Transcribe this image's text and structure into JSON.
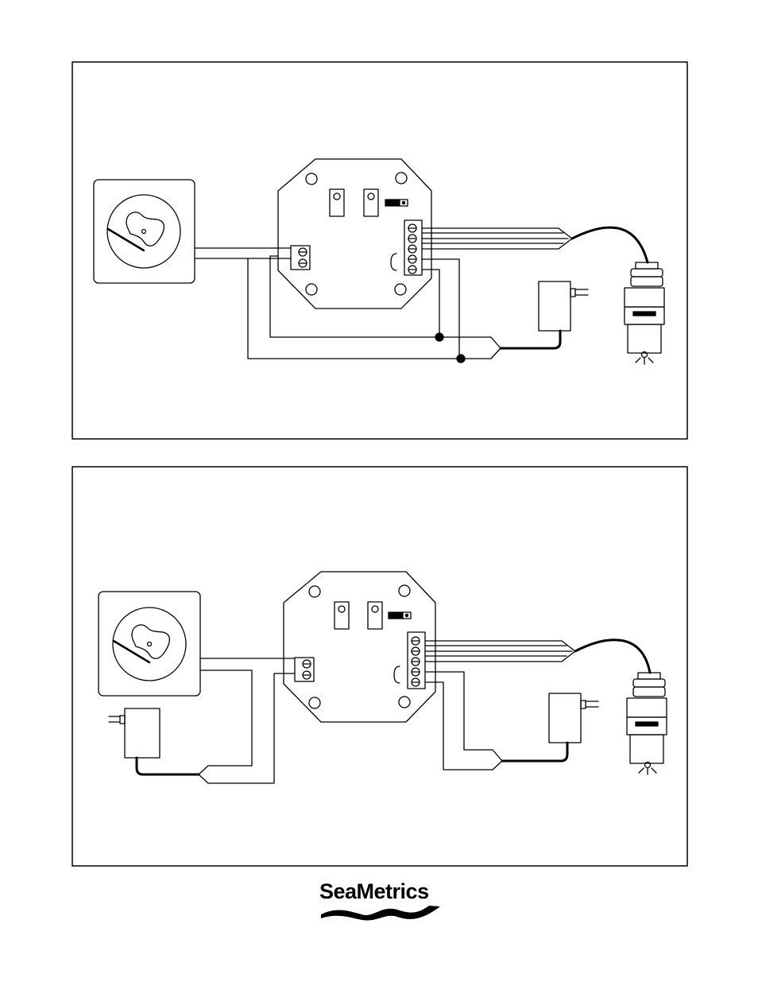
{
  "logo": {
    "text": "SeaMetrics"
  },
  "diagrams": [
    {
      "name": "wiring-diagram-top"
    },
    {
      "name": "wiring-diagram-bottom"
    }
  ]
}
